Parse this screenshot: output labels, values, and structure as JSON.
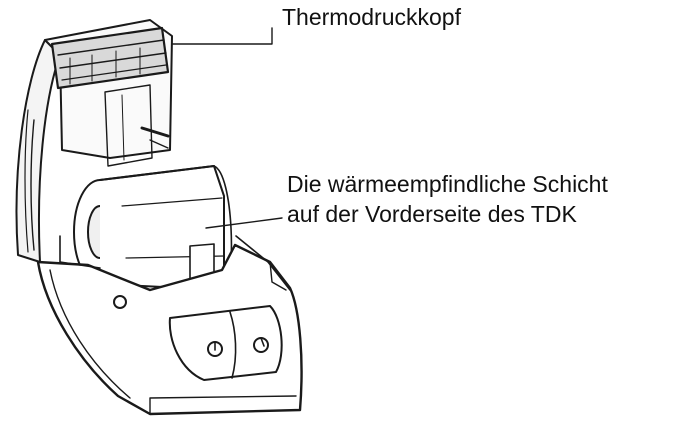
{
  "labels": {
    "printhead": "Thermodruckkopf",
    "layer_line1": "Die wärmeempfindliche Schicht",
    "layer_line2": "auf der Vorderseite des TDK"
  },
  "colors": {
    "line": "#1a1a1a",
    "background": "#ffffff"
  }
}
